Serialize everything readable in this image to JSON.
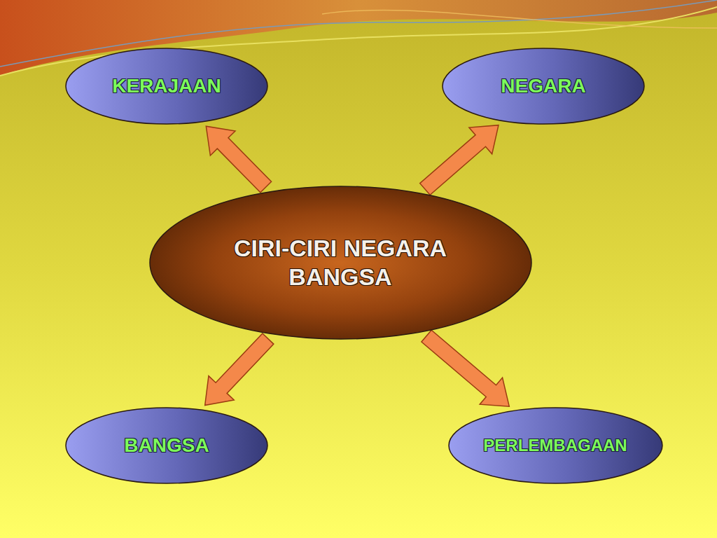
{
  "diagram": {
    "nodes": [
      {
        "text": [
          "KERAJAAN"
        ]
      },
      {
        "text": [
          "NEGARA"
        ]
      },
      {
        "text": [
          "CIRI-CIRI NEGARA BANGSA"
        ]
      },
      {
        "text": [
          "BANGSA"
        ]
      },
      {
        "text": [
          "PERLEMBAGAAN"
        ]
      }
    ],
    "edges": [
      {
        "from": 2,
        "to": 0,
        "arrow": "to"
      },
      {
        "from": 2,
        "to": 1,
        "arrow": "to"
      },
      {
        "from": 2,
        "to": 3,
        "arrow": "to"
      },
      {
        "from": 2,
        "to": 4,
        "arrow": "to"
      }
    ]
  }
}
